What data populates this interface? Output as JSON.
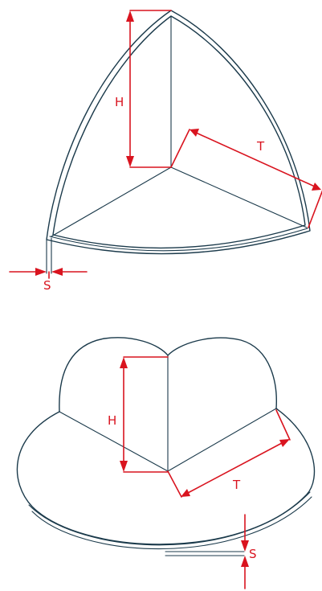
{
  "labels": {
    "top_height": "H",
    "top_thickness": "T",
    "top_wall": "S",
    "bottom_height": "H",
    "bottom_thickness": "T",
    "bottom_wall": "S"
  },
  "colors": {
    "outline": "#1b3a4b",
    "dimension": "#d9141f",
    "background": "#ffffff"
  }
}
